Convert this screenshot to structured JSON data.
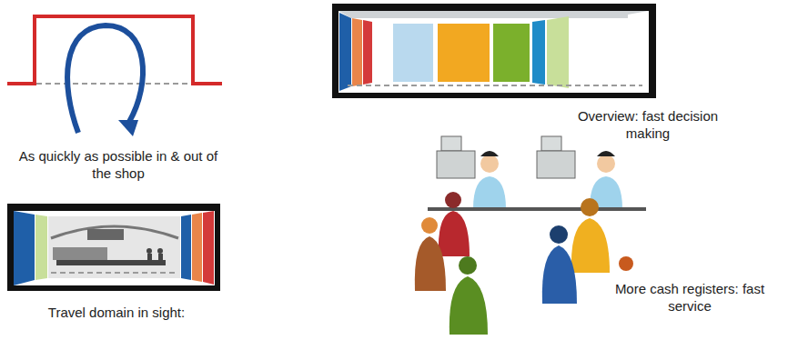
{
  "diagram": {
    "labels": [
      "As quickly as possible in & out of the shop",
      "Overview: fast decision making",
      "Travel domain in sight:",
      "More cash registers: fast service"
    ]
  }
}
